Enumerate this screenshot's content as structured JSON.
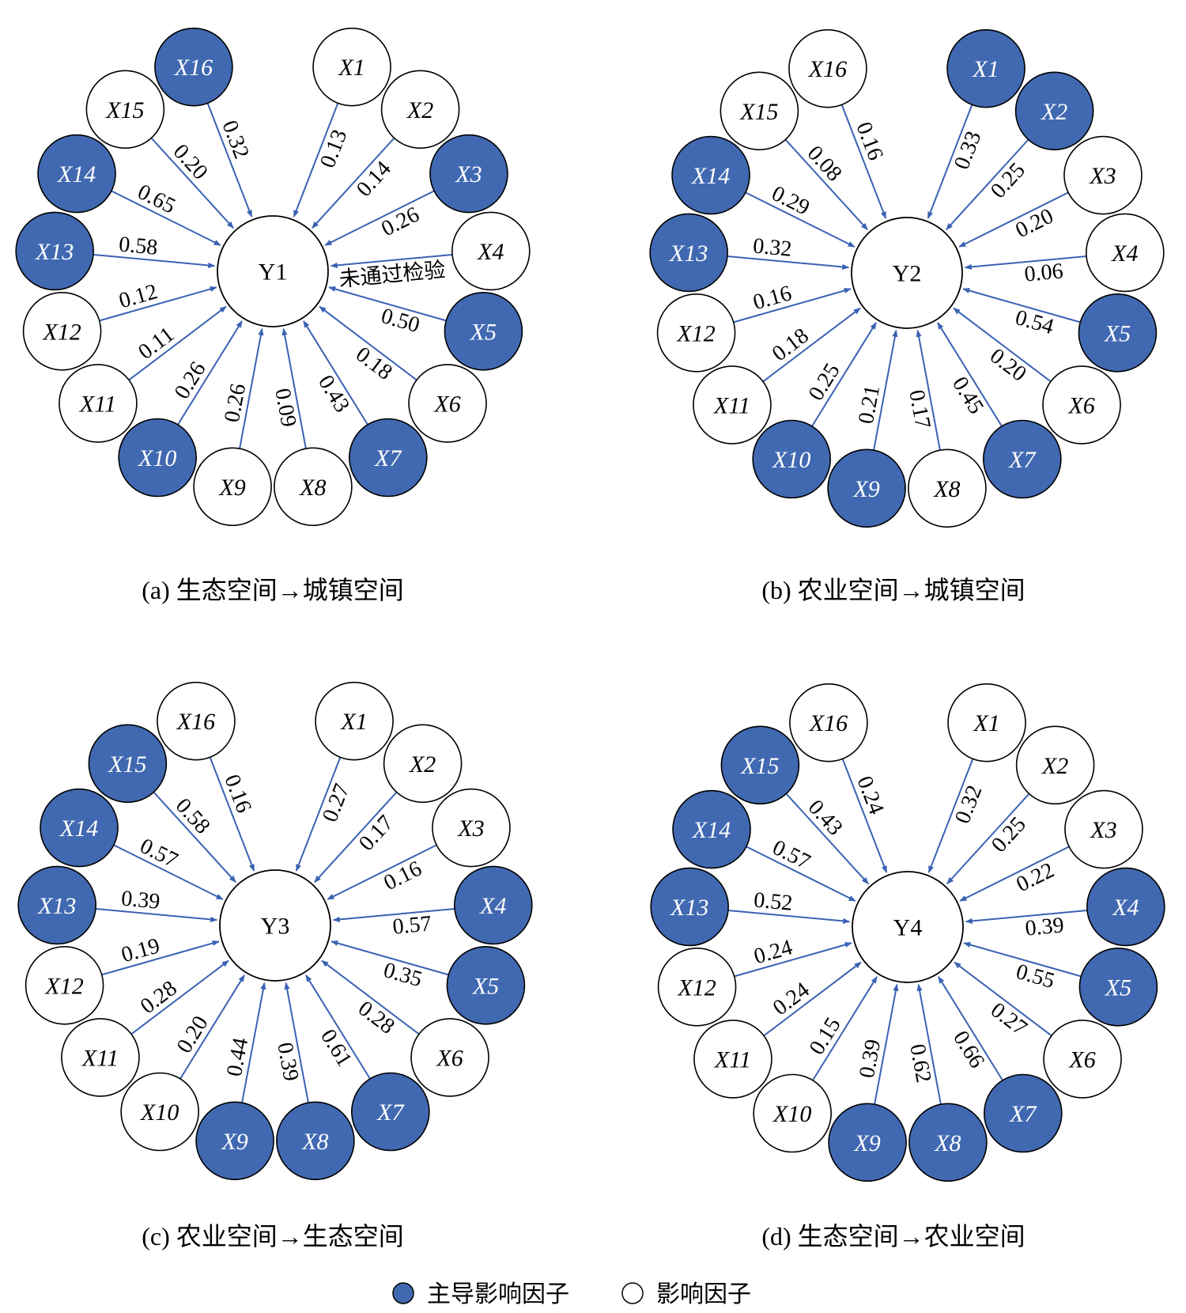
{
  "colors": {
    "dominant": "#4169b1",
    "edge": "#3a62b3",
    "outline": "#000000",
    "plain": "#ffffff"
  },
  "panels": [
    {
      "center": "Y1",
      "caption": "(a) 生态空间→城镇空间",
      "note": "未通过检验",
      "factors": [
        {
          "label": "X1",
          "dominant": false,
          "coef": "0.13"
        },
        {
          "label": "X2",
          "dominant": false,
          "coef": "0.14"
        },
        {
          "label": "X3",
          "dominant": true,
          "coef": "0.26"
        },
        {
          "label": "X4",
          "dominant": false,
          "coef": ""
        },
        {
          "label": "X5",
          "dominant": true,
          "coef": "0.50"
        },
        {
          "label": "X6",
          "dominant": false,
          "coef": "0.18"
        },
        {
          "label": "X7",
          "dominant": true,
          "coef": "0.43"
        },
        {
          "label": "X8",
          "dominant": false,
          "coef": "0.09"
        },
        {
          "label": "X9",
          "dominant": false,
          "coef": "0.26"
        },
        {
          "label": "X10",
          "dominant": true,
          "coef": "0.26"
        },
        {
          "label": "X11",
          "dominant": false,
          "coef": "0.11"
        },
        {
          "label": "X12",
          "dominant": false,
          "coef": "0.12"
        },
        {
          "label": "X13",
          "dominant": true,
          "coef": "0.58"
        },
        {
          "label": "X14",
          "dominant": true,
          "coef": "0.65"
        },
        {
          "label": "X15",
          "dominant": false,
          "coef": "0.20"
        },
        {
          "label": "X16",
          "dominant": true,
          "coef": "0.32"
        }
      ]
    },
    {
      "center": "Y2",
      "caption": "(b) 农业空间→城镇空间",
      "note": "",
      "factors": [
        {
          "label": "X1",
          "dominant": true,
          "coef": "0.33"
        },
        {
          "label": "X2",
          "dominant": true,
          "coef": "0.25"
        },
        {
          "label": "X3",
          "dominant": false,
          "coef": "0.20"
        },
        {
          "label": "X4",
          "dominant": false,
          "coef": "0.06"
        },
        {
          "label": "X5",
          "dominant": true,
          "coef": "0.54"
        },
        {
          "label": "X6",
          "dominant": false,
          "coef": "0.20"
        },
        {
          "label": "X7",
          "dominant": true,
          "coef": "0.45"
        },
        {
          "label": "X8",
          "dominant": false,
          "coef": "0.17"
        },
        {
          "label": "X9",
          "dominant": true,
          "coef": "0.21"
        },
        {
          "label": "X10",
          "dominant": true,
          "coef": "0.25"
        },
        {
          "label": "X11",
          "dominant": false,
          "coef": "0.18"
        },
        {
          "label": "X12",
          "dominant": false,
          "coef": "0.16"
        },
        {
          "label": "X13",
          "dominant": true,
          "coef": "0.32"
        },
        {
          "label": "X14",
          "dominant": true,
          "coef": "0.29"
        },
        {
          "label": "X15",
          "dominant": false,
          "coef": "0.08"
        },
        {
          "label": "X16",
          "dominant": false,
          "coef": "0.16"
        }
      ]
    },
    {
      "center": "Y3",
      "caption": "(c) 农业空间→生态空间",
      "note": "",
      "factors": [
        {
          "label": "X1",
          "dominant": false,
          "coef": "0.27"
        },
        {
          "label": "X2",
          "dominant": false,
          "coef": "0.17"
        },
        {
          "label": "X3",
          "dominant": false,
          "coef": "0.16"
        },
        {
          "label": "X4",
          "dominant": true,
          "coef": "0.57"
        },
        {
          "label": "X5",
          "dominant": true,
          "coef": "0.35"
        },
        {
          "label": "X6",
          "dominant": false,
          "coef": "0.28"
        },
        {
          "label": "X7",
          "dominant": true,
          "coef": "0.61"
        },
        {
          "label": "X8",
          "dominant": true,
          "coef": "0.39"
        },
        {
          "label": "X9",
          "dominant": true,
          "coef": "0.44"
        },
        {
          "label": "X10",
          "dominant": false,
          "coef": "0.20"
        },
        {
          "label": "X11",
          "dominant": false,
          "coef": "0.28"
        },
        {
          "label": "X12",
          "dominant": false,
          "coef": "0.19"
        },
        {
          "label": "X13",
          "dominant": true,
          "coef": "0.39"
        },
        {
          "label": "X14",
          "dominant": true,
          "coef": "0.57"
        },
        {
          "label": "X15",
          "dominant": true,
          "coef": "0.58"
        },
        {
          "label": "X16",
          "dominant": false,
          "coef": "0.16"
        }
      ]
    },
    {
      "center": "Y4",
      "caption": "(d) 生态空间→农业空间",
      "note": "",
      "factors": [
        {
          "label": "X1",
          "dominant": false,
          "coef": "0.32"
        },
        {
          "label": "X2",
          "dominant": false,
          "coef": "0.25"
        },
        {
          "label": "X3",
          "dominant": false,
          "coef": "0.22"
        },
        {
          "label": "X4",
          "dominant": true,
          "coef": "0.39"
        },
        {
          "label": "X5",
          "dominant": true,
          "coef": "0.55"
        },
        {
          "label": "X6",
          "dominant": false,
          "coef": "0.27"
        },
        {
          "label": "X7",
          "dominant": true,
          "coef": "0.66"
        },
        {
          "label": "X8",
          "dominant": true,
          "coef": "0.62"
        },
        {
          "label": "X9",
          "dominant": true,
          "coef": "0.39"
        },
        {
          "label": "X10",
          "dominant": false,
          "coef": "0.15"
        },
        {
          "label": "X11",
          "dominant": false,
          "coef": "0.24"
        },
        {
          "label": "X12",
          "dominant": false,
          "coef": "0.24"
        },
        {
          "label": "X13",
          "dominant": true,
          "coef": "0.52"
        },
        {
          "label": "X14",
          "dominant": true,
          "coef": "0.57"
        },
        {
          "label": "X15",
          "dominant": true,
          "coef": "0.43"
        },
        {
          "label": "X16",
          "dominant": false,
          "coef": "0.24"
        }
      ]
    }
  ],
  "legend": {
    "dominant_label": "主导影响因子",
    "plain_label": "影响因子"
  }
}
